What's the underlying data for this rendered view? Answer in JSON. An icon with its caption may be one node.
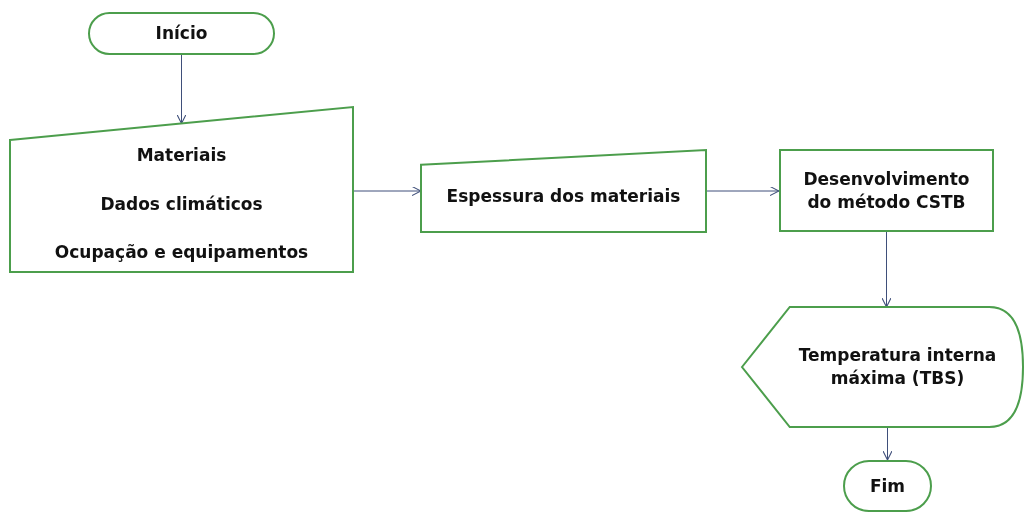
{
  "diagram": {
    "nodes": [
      {
        "text": [
          "Início"
        ]
      },
      {
        "text": [
          "Materiais",
          "Dados climáticos",
          "Ocupação e equipamentos"
        ]
      },
      {
        "text": [
          "Espessura dos materiais"
        ]
      },
      {
        "text": [
          "Desenvolvimento do método CSTB"
        ]
      },
      {
        "text": [
          "Temperatura interna máxima (TBS)"
        ]
      },
      {
        "text": [
          "Fim"
        ]
      }
    ],
    "edges": [
      {
        "from": 0,
        "to": 1,
        "arrow": "to"
      },
      {
        "from": 1,
        "to": 2,
        "arrow": "to"
      },
      {
        "from": 2,
        "to": 3,
        "arrow": "to"
      },
      {
        "from": 3,
        "to": 4,
        "arrow": "to"
      },
      {
        "from": 4,
        "to": 5,
        "arrow": "to"
      }
    ]
  }
}
